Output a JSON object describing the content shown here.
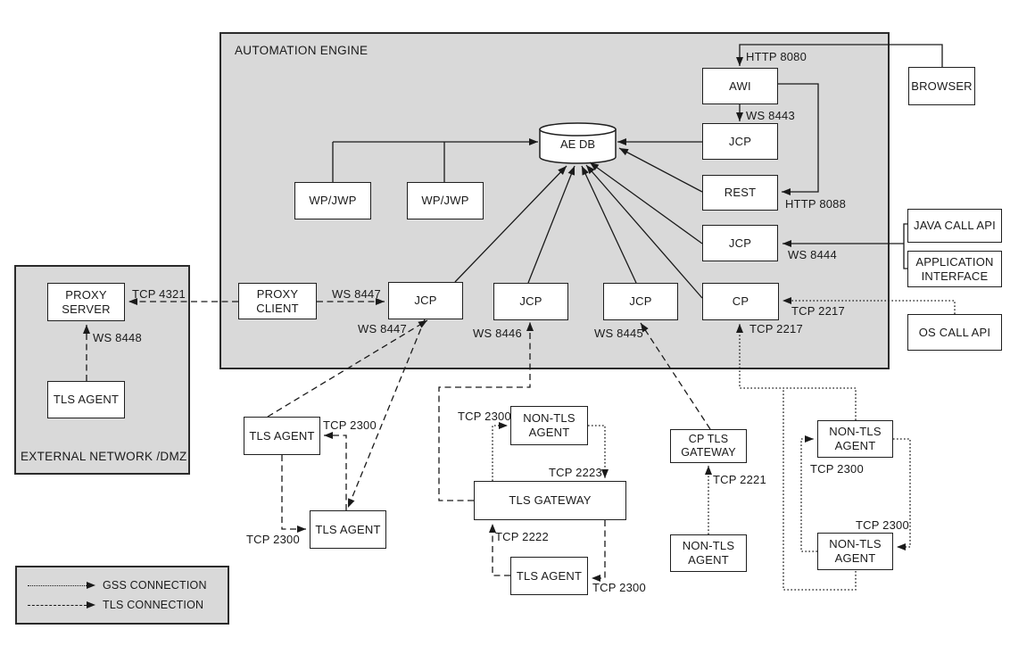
{
  "regions": {
    "automation_engine": {
      "label": "AUTOMATION ENGINE"
    },
    "external_network": {
      "label": "EXTERNAL NETWORK /DMZ"
    }
  },
  "nodes": {
    "awi": "AWI",
    "jcp_top": "JCP",
    "rest": "REST",
    "jcp_right": "JCP",
    "cp": "CP",
    "wp1": "WP/JWP",
    "wp2": "WP/JWP",
    "ae_db": "AE DB",
    "proxy_client": "PROXY\nCLIENT",
    "jcp1": "JCP",
    "jcp2": "JCP",
    "jcp3": "JCP",
    "browser": "BROWSER",
    "java_call_api": "JAVA CALL API",
    "application_interface": "APPLICATION\nINTERFACE",
    "os_call_api": "OS CALL API",
    "proxy_server": "PROXY\nSERVER",
    "tls_agent_dmz": "TLS AGENT",
    "tls_agent_upper": "TLS AGENT",
    "tls_agent_lower": "TLS AGENT",
    "non_tls_agent_mid": "NON-TLS\nAGENT",
    "tls_gateway": "TLS GATEWAY",
    "tls_agent_gw": "TLS AGENT",
    "cp_tls_gateway": "CP TLS\nGATEWAY",
    "non_tls_agent_cp": "NON-TLS\nAGENT",
    "non_tls_agent_r1": "NON-TLS\nAGENT",
    "non_tls_agent_r2": "NON-TLS\nAGENT"
  },
  "edge_labels": {
    "http_8080": "HTTP 8080",
    "ws_8443": "WS 8443",
    "http_8088": "HTTP 8088",
    "ws_8444": "WS 8444",
    "tcp_2217_os": "TCP 2217",
    "tcp_2217_cp": "TCP 2217",
    "tcp_4321": "TCP 4321",
    "ws_8448": "WS 8448",
    "ws_8447_proxy": "WS 8447",
    "ws_8447_agent": "WS 8447",
    "ws_8446": "WS 8446",
    "ws_8445": "WS 8445",
    "tcp_2300_upper": "TCP 2300",
    "tcp_2300_lower": "TCP 2300",
    "tcp_2300_mid": "TCP 2300",
    "tcp_2223": "TCP 2223",
    "tcp_2222": "TCP 2222",
    "tcp_2300_gw": "TCP 2300",
    "tcp_2221": "TCP 2221",
    "tcp_2300_r1": "TCP 2300",
    "tcp_2300_r2": "TCP 2300"
  },
  "legend": {
    "gss": "GSS CONNECTION",
    "tls": "TLS CONNECTION"
  },
  "colors": {
    "region_fill": "#d9d9d9",
    "box_fill": "#ffffff",
    "line": "#1a1a1a"
  }
}
